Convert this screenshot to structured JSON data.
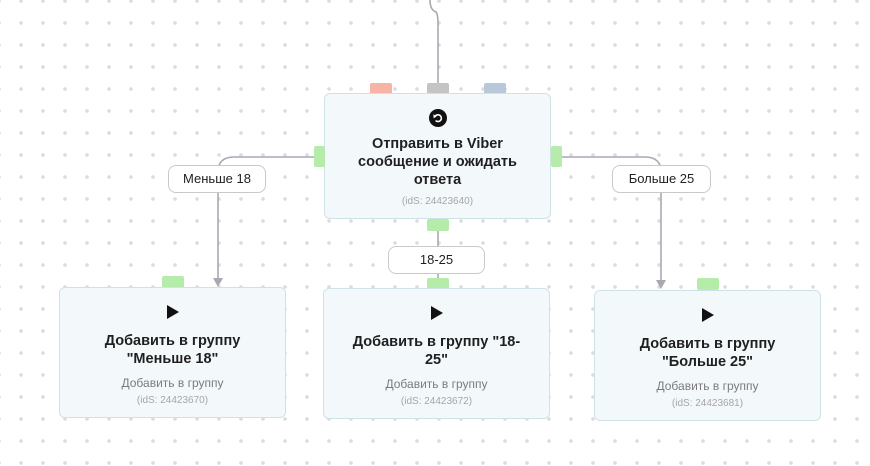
{
  "nodes": {
    "viber": {
      "icon": "undo-arrow-icon",
      "title": "Отправить в Viber сообщение и ожидать ответа",
      "ids": "(idS: 24423640)"
    },
    "less18": {
      "icon": "play-icon",
      "title": "Добавить в группу \"Меньше 18\"",
      "subtitle": "Добавить в группу",
      "ids": "(idS: 24423670)"
    },
    "range18_25": {
      "icon": "play-icon",
      "title": "Добавить в группу \"18-25\"",
      "subtitle": "Добавить в группу",
      "ids": "(idS: 24423672)"
    },
    "more25": {
      "icon": "play-icon",
      "title": "Добавить в группу \"Больше 25\"",
      "subtitle": "Добавить в группу",
      "ids": "(idS: 24423681)"
    }
  },
  "edges": {
    "less18_label": "Меньше 18",
    "range_label": "18-25",
    "more25_label": "Больше 25"
  },
  "colors": {
    "port_green": "#b6ecaa",
    "port_red": "#f7b3a6",
    "port_grey": "#c4c4c4",
    "port_blue": "#b8c8d8",
    "wire": "#a9a9b4",
    "node_bg": "#f3f8fa",
    "node_border": "#cfe2e8"
  }
}
